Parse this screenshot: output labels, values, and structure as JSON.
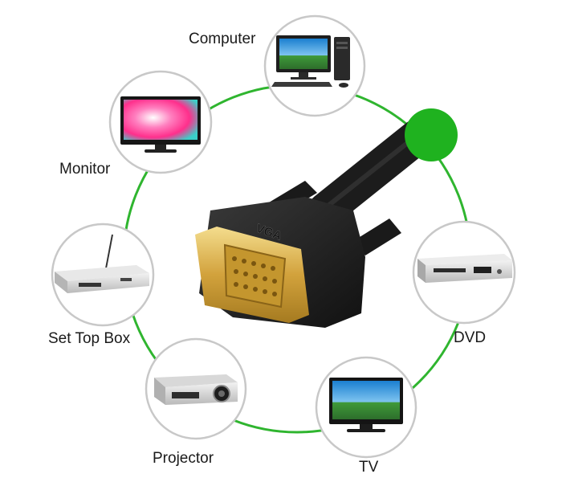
{
  "devices": [
    {
      "id": "computer",
      "label": "Computer",
      "icon": "desktop-computer-icon"
    },
    {
      "id": "monitor",
      "label": "Monitor",
      "icon": "monitor-icon"
    },
    {
      "id": "set-top-box",
      "label": "Set Top Box",
      "icon": "set-top-box-icon"
    },
    {
      "id": "projector",
      "label": "Projector",
      "icon": "projector-icon"
    },
    {
      "id": "tv",
      "label": "TV",
      "icon": "tv-icon"
    },
    {
      "id": "dvd",
      "label": "DVD",
      "icon": "dvd-player-icon"
    }
  ],
  "connector": {
    "text": "VGA",
    "icon": "vga-connector-icon"
  },
  "colors": {
    "ring": "#2fb52f",
    "dot": "#1fb21f",
    "circle_border": "#c8c8c8",
    "cable": "#1c1c1c",
    "gold": "#d9b24a"
  }
}
